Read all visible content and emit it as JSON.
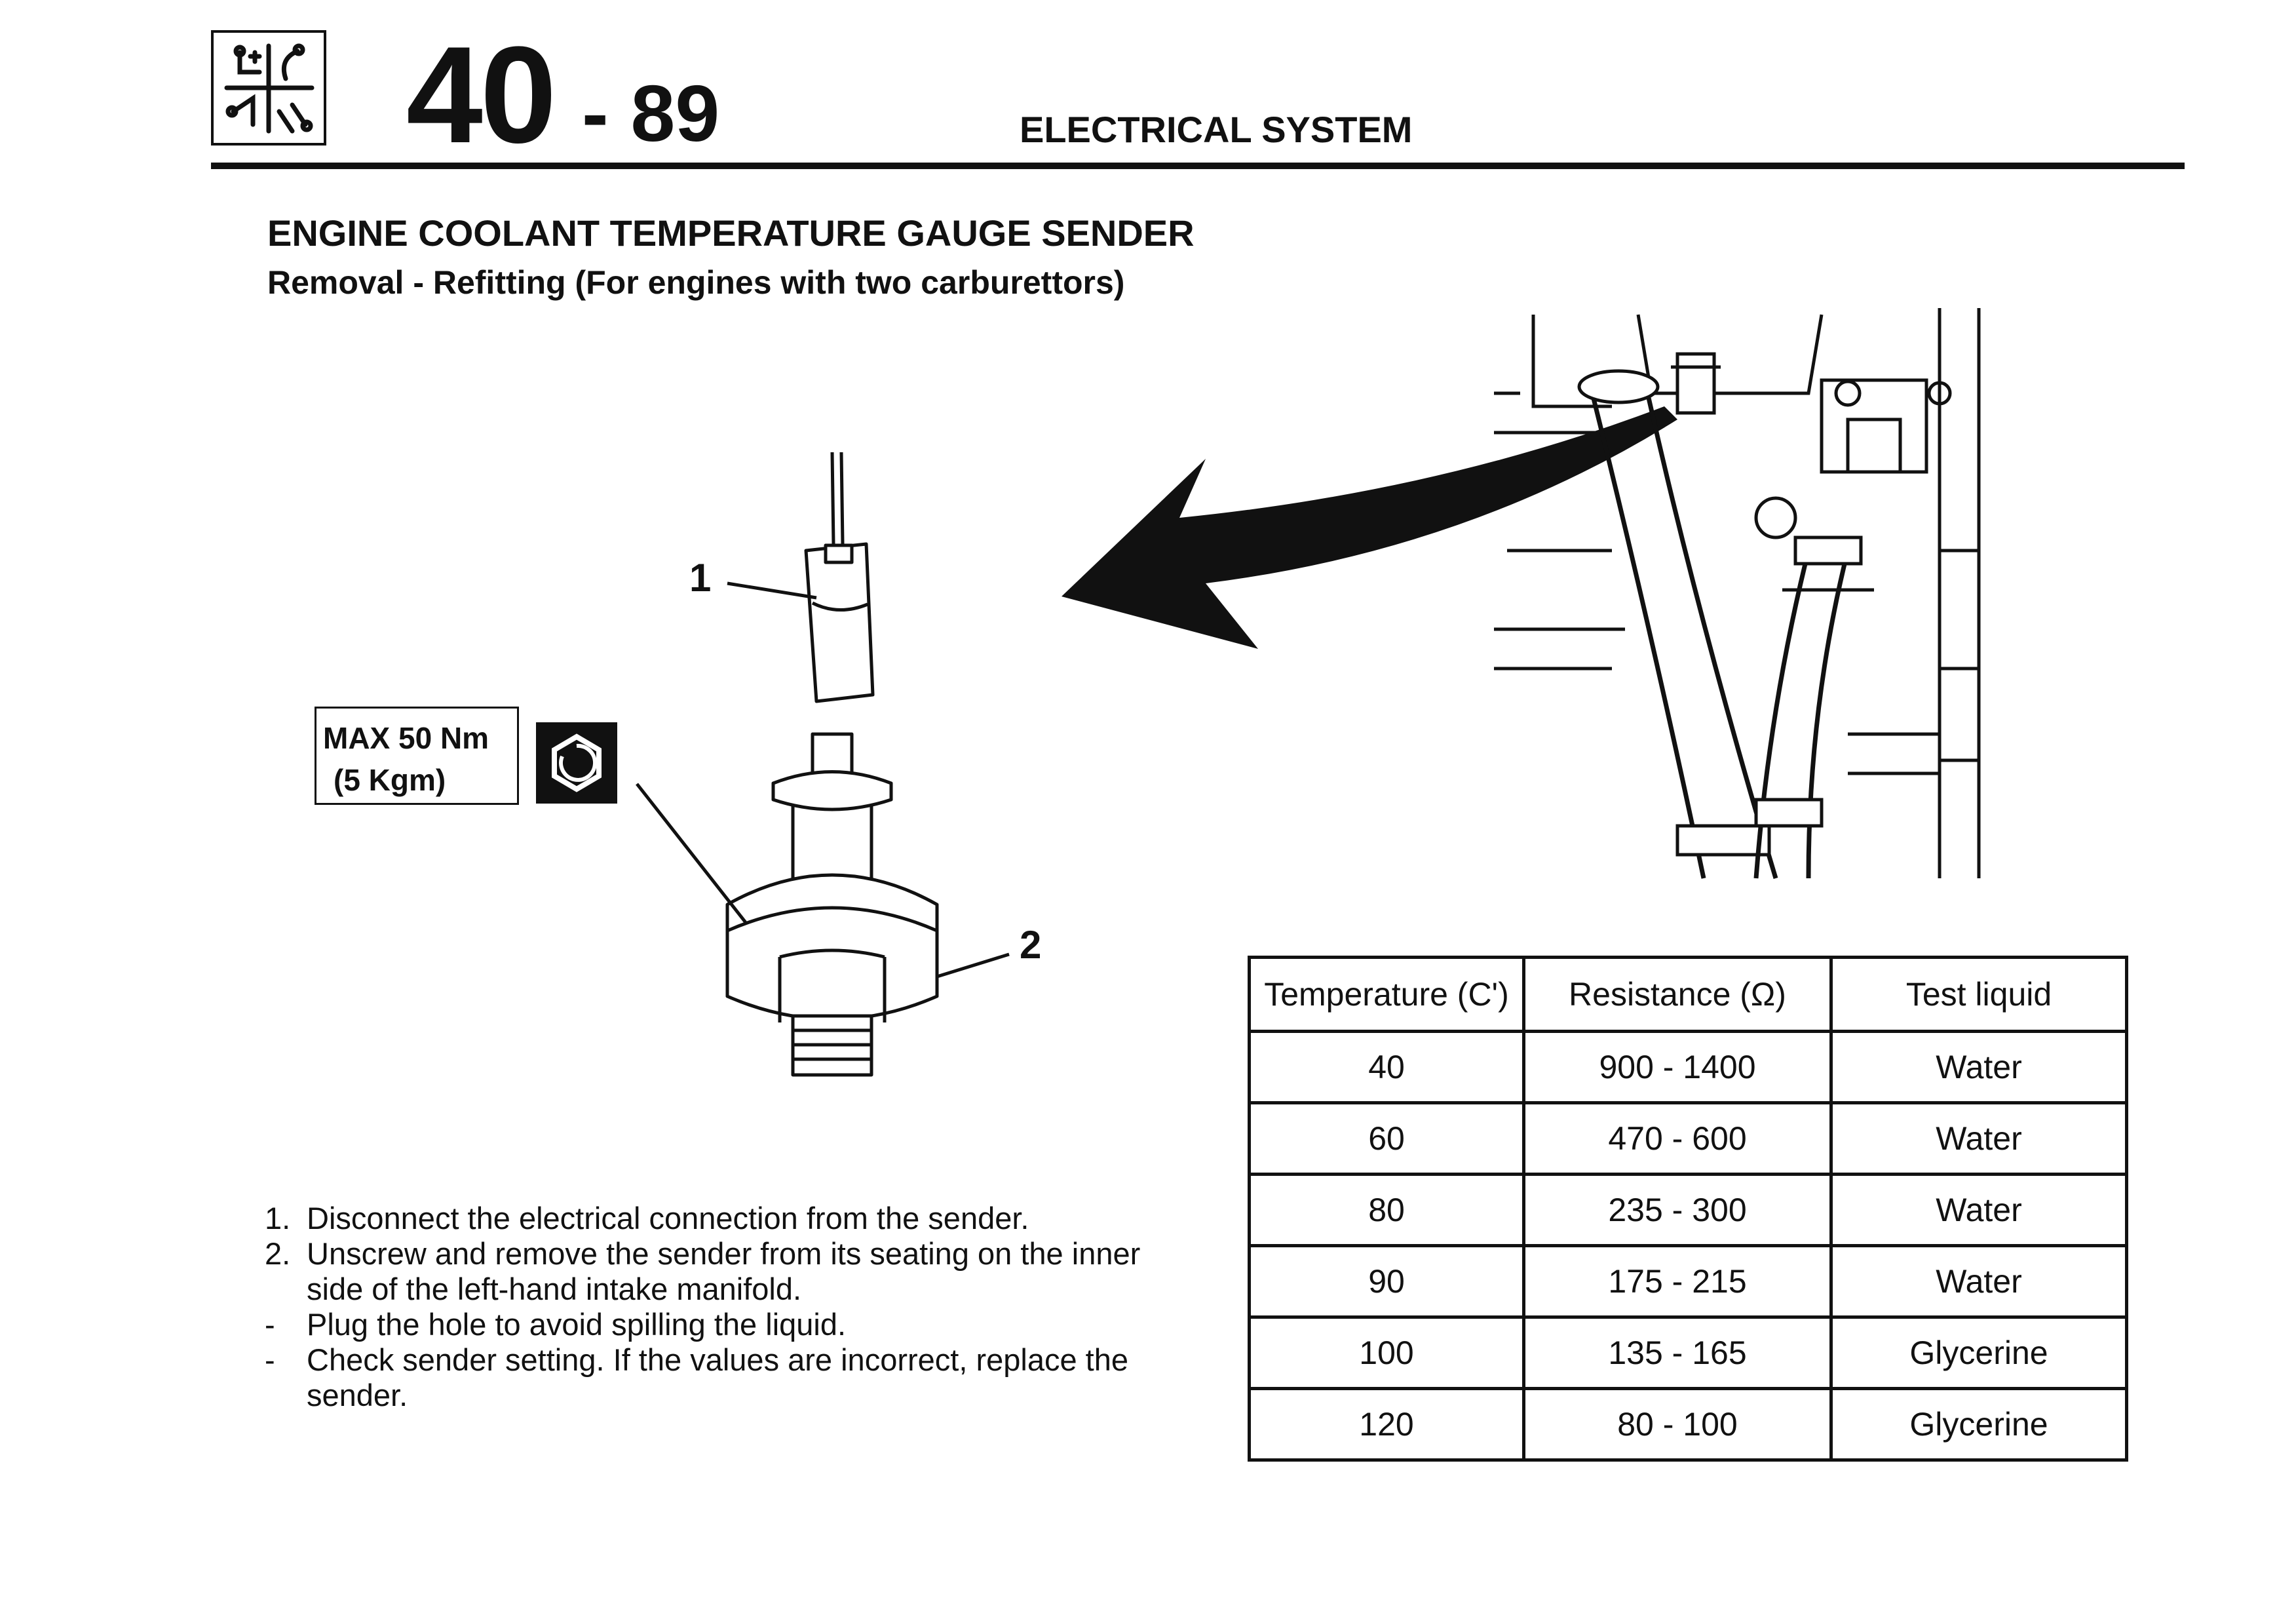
{
  "header": {
    "section_number": "40",
    "page_number": "- 89",
    "section_title": "ELECTRICAL SYSTEM",
    "logo_icon": "electrical-wiring-icon"
  },
  "title": {
    "main": "ENGINE COOLANT TEMPERATURE GAUGE SENDER",
    "sub": "Removal - Refitting (For engines with two carburettors)"
  },
  "figure": {
    "callout_1": "1",
    "callout_2": "2",
    "torque_line1": "MAX 50 Nm",
    "torque_line2": "(5 Kgm)",
    "torque_icon": "torque-wrench-icon"
  },
  "instructions": [
    {
      "marker": "1.",
      "text": "Disconnect the electrical connection from the sender."
    },
    {
      "marker": "2.",
      "text": "Unscrew and remove the sender from its seating on the inner side of the left-hand intake manifold."
    },
    {
      "marker": "-",
      "text": "Plug the hole to avoid spilling the liquid."
    },
    {
      "marker": "-",
      "text": "Check sender setting. If the values are incorrect, replace the sender."
    }
  ],
  "table": {
    "headers": [
      "Temperature (C')",
      "Resistance (Ω)",
      "Test liquid"
    ],
    "rows": [
      [
        "40",
        "900 - 1400",
        "Water"
      ],
      [
        "60",
        "470 - 600",
        "Water"
      ],
      [
        "80",
        "235 - 300",
        "Water"
      ],
      [
        "90",
        "175 - 215",
        "Water"
      ],
      [
        "100",
        "135 - 165",
        "Glycerine"
      ],
      [
        "120",
        "80 - 100",
        "Glycerine"
      ]
    ]
  }
}
